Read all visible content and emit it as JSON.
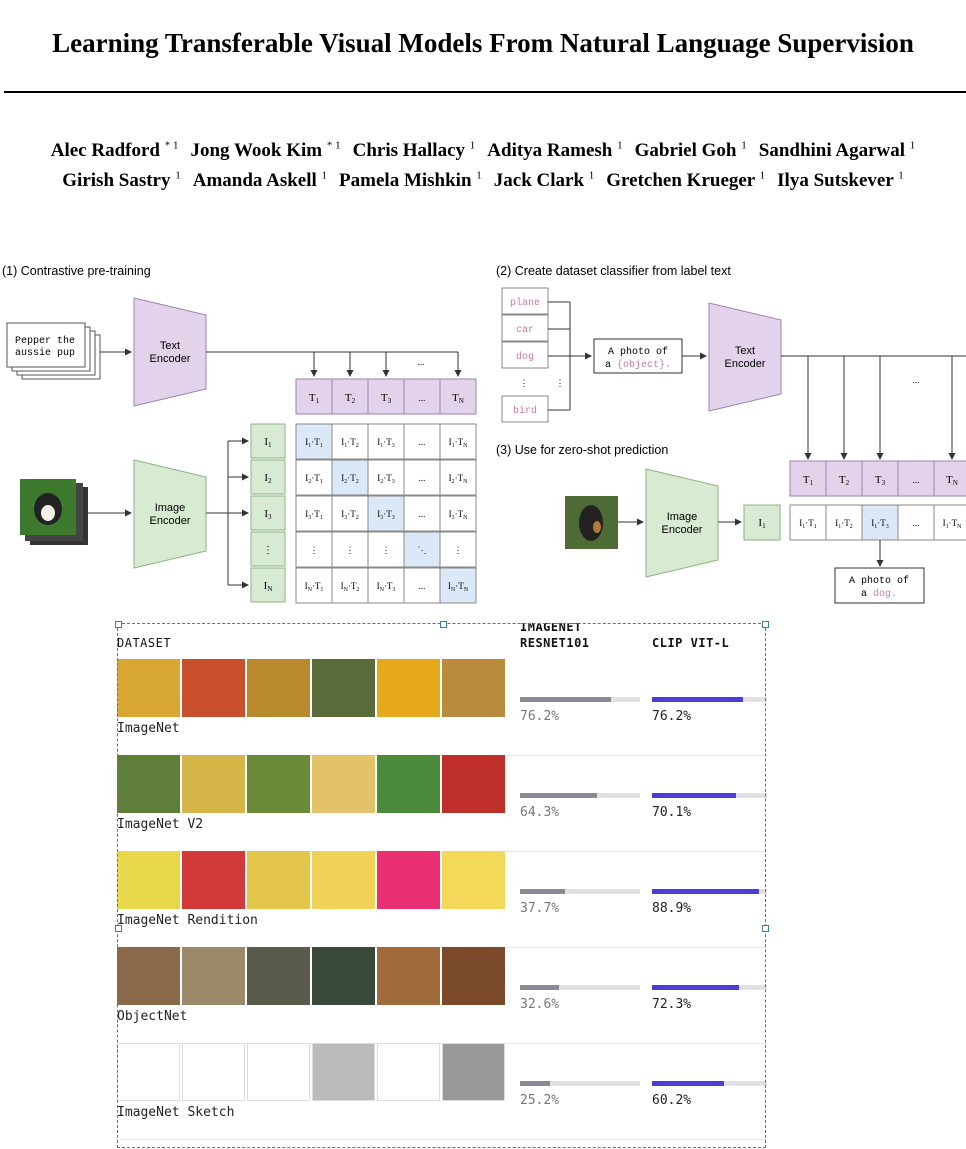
{
  "paper": {
    "title": "Learning Transferable Visual Models From Natural Language Supervision",
    "authors": [
      {
        "name": "Alec Radford",
        "mark": "* 1"
      },
      {
        "name": "Jong Wook Kim",
        "mark": "* 1"
      },
      {
        "name": "Chris Hallacy",
        "mark": "1"
      },
      {
        "name": "Aditya Ramesh",
        "mark": "1"
      },
      {
        "name": "Gabriel Goh",
        "mark": "1"
      },
      {
        "name": "Sandhini Agarwal",
        "mark": "1"
      },
      {
        "name": "Girish Sastry",
        "mark": "1"
      },
      {
        "name": "Amanda Askell",
        "mark": "1"
      },
      {
        "name": "Pamela Mishkin",
        "mark": "1"
      },
      {
        "name": "Jack Clark",
        "mark": "1"
      },
      {
        "name": "Gretchen Krueger",
        "mark": "1"
      },
      {
        "name": "Ilya Sutskever",
        "mark": "1"
      }
    ]
  },
  "figure": {
    "panel1": "(1) Contrastive pre-training",
    "panel2": "(2) Create dataset classifier from label text",
    "panel3": "(3) Use for zero-shot prediction",
    "caption_text": "Pepper the aussie pup",
    "text_encoder": "Text Encoder",
    "image_encoder": "Image Encoder",
    "labels": [
      "plane",
      "car",
      "dog",
      "bird"
    ],
    "template_prefix": "A photo of",
    "template_a": "a",
    "template_object": "{object}.",
    "prediction_prefix": "A photo of",
    "prediction_a": "a",
    "prediction_class": "dog."
  },
  "dataset_table": {
    "col_dataset": "DATASET",
    "col_resnet_line1": "IMAGENET",
    "col_resnet_line2": "RESNET101",
    "col_clip": "CLIP VIT-L",
    "resnet_color": "#8a8a96",
    "clip_color": "#4a3fd8",
    "rows": [
      {
        "name": "ImageNet",
        "resnet": 76.2,
        "clip": 76.2,
        "resnet_label": "76.2%",
        "clip_label": "76.2%"
      },
      {
        "name": "ImageNet V2",
        "resnet": 64.3,
        "clip": 70.1,
        "resnet_label": "64.3%",
        "clip_label": "70.1%"
      },
      {
        "name": "ImageNet Rendition",
        "resnet": 37.7,
        "clip": 88.9,
        "resnet_label": "37.7%",
        "clip_label": "88.9%"
      },
      {
        "name": "ObjectNet",
        "resnet": 32.6,
        "clip": 72.3,
        "resnet_label": "32.6%",
        "clip_label": "72.3%"
      },
      {
        "name": "ImageNet Sketch",
        "resnet": 25.2,
        "clip": 60.2,
        "resnet_label": "25.2%",
        "clip_label": "60.2%"
      }
    ]
  }
}
